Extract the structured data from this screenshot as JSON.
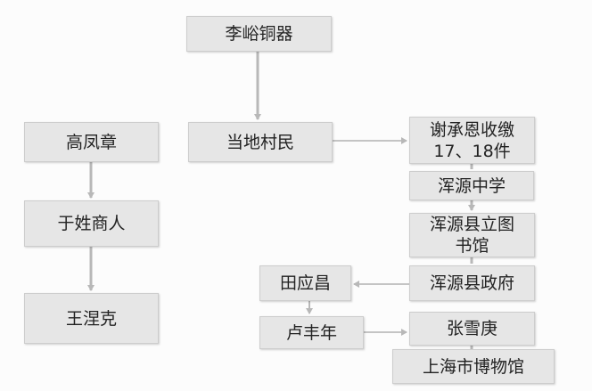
{
  "colors": {
    "node_fill": "#e6e6e6",
    "node_border": "#cdcdcd",
    "arrow": "#b8b8b8",
    "text": "#222222"
  },
  "nodes": {
    "lyu_tongqi": "李峪铜器",
    "gao_fengzhang": "高凤章",
    "dangdi_cunmin": "当地村民",
    "xie_chengen": "谢承恩收缴\n17、18件",
    "hunyuan_zhongxue": "浑源中学",
    "hunyuan_tushuguan": "浑源县立图\n书馆",
    "hunyuan_zhengfu": "浑源县政府",
    "tian_yingchang": "田应昌",
    "yu_xing_shangren": "于姓商人",
    "wang_nieke": "王涅克",
    "lu_fengnian": "卢丰年",
    "zhang_xuegeng": "张雪庚",
    "shanghai_bowuguan": "上海市博物馆"
  },
  "edges": [
    {
      "from": "李峪铜器",
      "to": "当地村民"
    },
    {
      "from": "当地村民",
      "to": "谢承恩收缴 17、18件"
    },
    {
      "from": "谢承恩收缴 17、18件",
      "to": "浑源中学"
    },
    {
      "from": "浑源中学",
      "to": "浑源县立图书馆"
    },
    {
      "from": "浑源县立图书馆",
      "to": "浑源县政府"
    },
    {
      "from": "浑源县政府",
      "to": "田应昌"
    },
    {
      "from": "田应昌",
      "to": "卢丰年"
    },
    {
      "from": "卢丰年",
      "to": "张雪庚"
    },
    {
      "from": "张雪庚",
      "to": "上海市博物馆"
    },
    {
      "from": "高凤章",
      "to": "于姓商人"
    },
    {
      "from": "于姓商人",
      "to": "王涅克"
    }
  ]
}
